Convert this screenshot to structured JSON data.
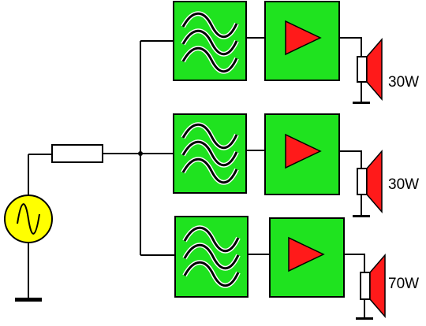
{
  "channels": [
    {
      "id": "top",
      "power": "30W"
    },
    {
      "id": "middle",
      "power": "30W"
    },
    {
      "id": "bottom",
      "power": "70W"
    }
  ],
  "colors": {
    "filter_box": "#1fe31f",
    "amplifier_triangle": "#ff1a1a",
    "speaker_cone": "#ff1a1a",
    "source": "#ffff00"
  }
}
